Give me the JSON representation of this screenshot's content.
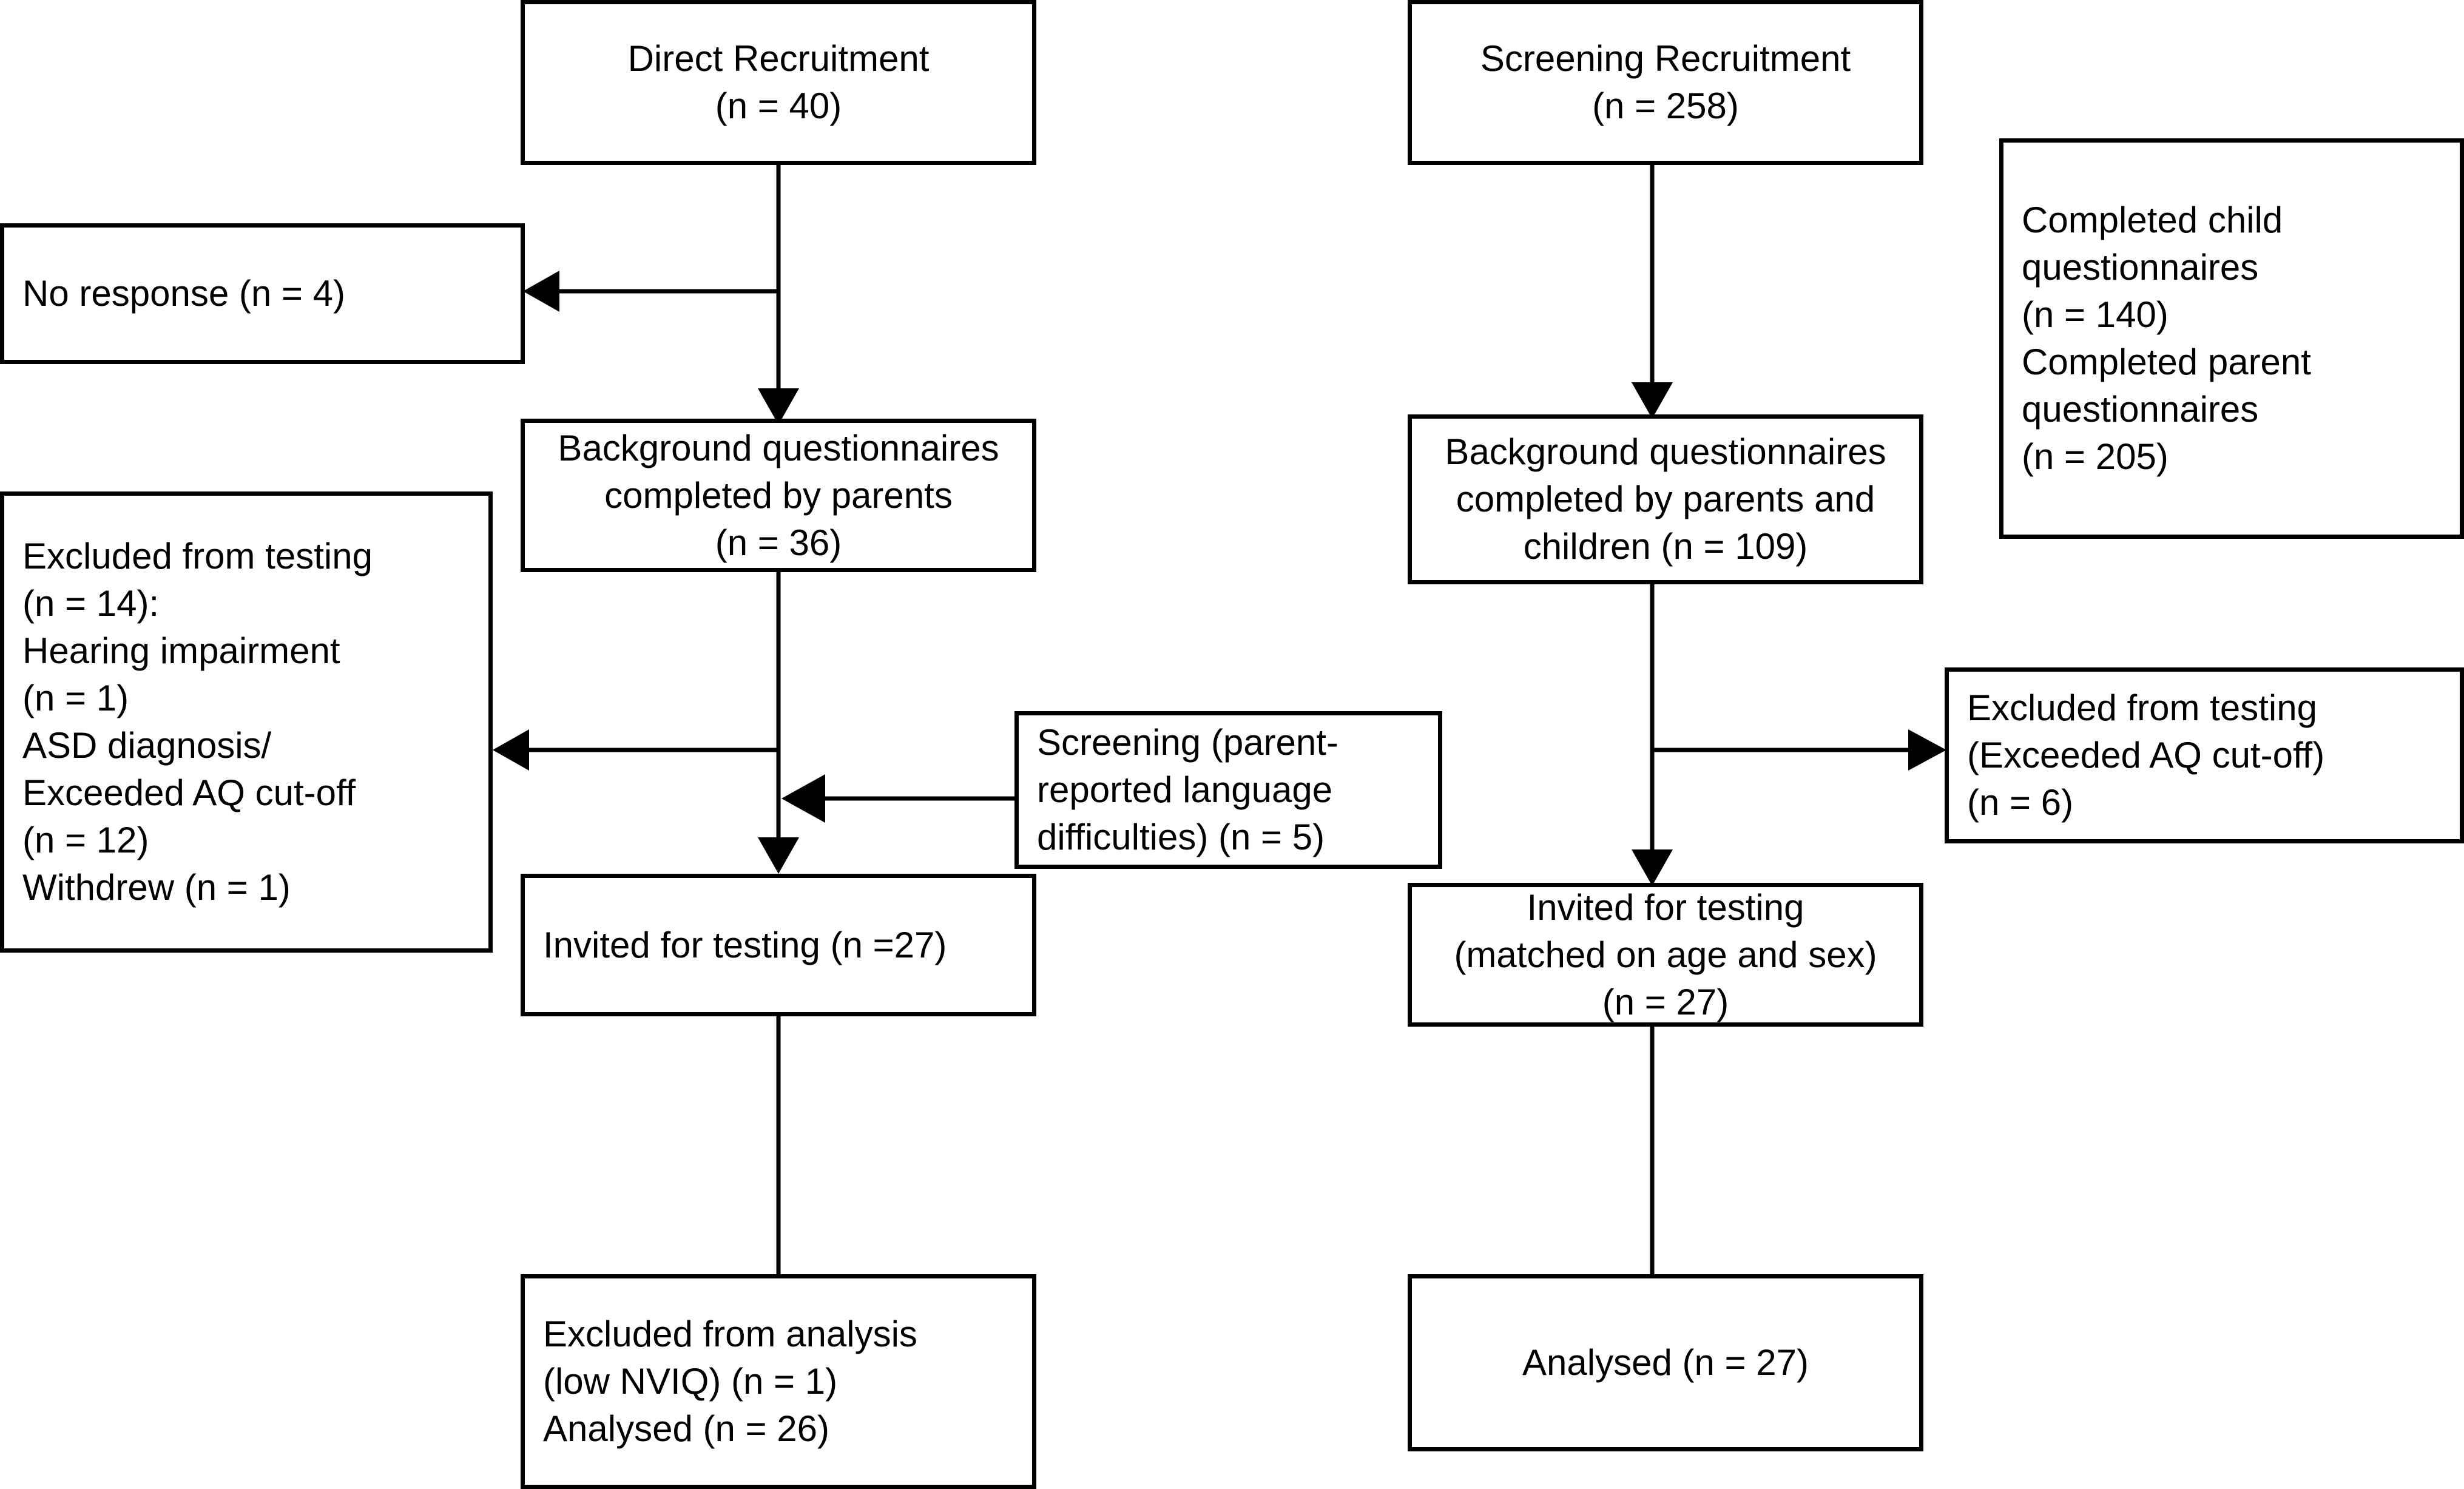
{
  "diagram": {
    "title": "Participant recruitment and analysis flow diagram",
    "type": "flowchart",
    "line_color": "#000000",
    "box_fill": "#ffffff",
    "text_color": "#000000"
  },
  "nodes": {
    "direct_recruitment": {
      "label": "Direct Recruitment\n(n = 40)",
      "n": 40,
      "align": "center"
    },
    "screening_recruitment": {
      "label": "Screening Recruitment\n(n = 258)",
      "n": 258,
      "align": "center"
    },
    "completed_questionnaires": {
      "label": "Completed child\nquestionnaires\n(n = 140)\nCompleted parent\nquestionnaires\n(n = 205)",
      "child_n": 140,
      "parent_n": 205,
      "align": "left"
    },
    "no_response": {
      "label": "No response (n = 4)",
      "n": 4,
      "align": "left"
    },
    "background_left": {
      "label": "Background questionnaires\ncompleted by parents\n(n = 36)",
      "n": 36,
      "align": "center"
    },
    "background_right": {
      "label": "Background questionnaires\ncompleted by parents and\nchildren (n = 109)",
      "n": 109,
      "align": "center"
    },
    "excluded_left": {
      "label": "Excluded from testing\n(n = 14):\n  Hearing impairment\n  (n = 1)\n  ASD diagnosis/\n  Exceeded AQ cut-off\n  (n = 12)\n  Withdrew (n = 1)",
      "n": 14,
      "align": "left"
    },
    "screening_language": {
      "label": "Screening (parent-\nreported language\ndifficulties) (n = 5)",
      "n": 5,
      "align": "left"
    },
    "excluded_right": {
      "label": "Excluded from testing\n(Exceeded AQ cut-off)\n(n = 6)",
      "n": 6,
      "align": "left"
    },
    "invited_left": {
      "label": "Invited for testing (n =27)",
      "n": 27,
      "align": "left"
    },
    "invited_right": {
      "label": "Invited for testing\n(matched on age and sex)\n(n = 27)",
      "n": 27,
      "align": "center"
    },
    "analysed_left": {
      "label": "Excluded from analysis\n(low NVIQ) (n = 1)\nAnalysed (n = 26)",
      "excluded_n": 1,
      "analysed_n": 26,
      "align": "left"
    },
    "analysed_right": {
      "label": "Analysed (n = 27)",
      "n": 27,
      "align": "center"
    }
  },
  "edges": [
    {
      "name": "direct-to-background",
      "from": "direct_recruitment",
      "to": "background_left",
      "direction": "down"
    },
    {
      "name": "direct-to-no-response",
      "from": "direct_recruitment",
      "to": "no_response",
      "direction": "left"
    },
    {
      "name": "background-left-to-excluded",
      "from": "background_left",
      "to": "excluded_left",
      "direction": "left"
    },
    {
      "name": "screening-language-to-trunk",
      "from": "screening_language",
      "to": "background_left",
      "direction": "left"
    },
    {
      "name": "background-left-to-invited",
      "from": "background_left",
      "to": "invited_left",
      "direction": "down"
    },
    {
      "name": "invited-left-to-analysed",
      "from": "invited_left",
      "to": "analysed_left",
      "direction": "down"
    },
    {
      "name": "screening-to-background",
      "from": "screening_recruitment",
      "to": "background_right",
      "direction": "down"
    },
    {
      "name": "background-right-to-excluded",
      "from": "background_right",
      "to": "excluded_right",
      "direction": "right"
    },
    {
      "name": "background-right-to-invited",
      "from": "background_right",
      "to": "invited_right",
      "direction": "down"
    },
    {
      "name": "invited-right-to-analysed",
      "from": "invited_right",
      "to": "analysed_right",
      "direction": "down"
    }
  ]
}
